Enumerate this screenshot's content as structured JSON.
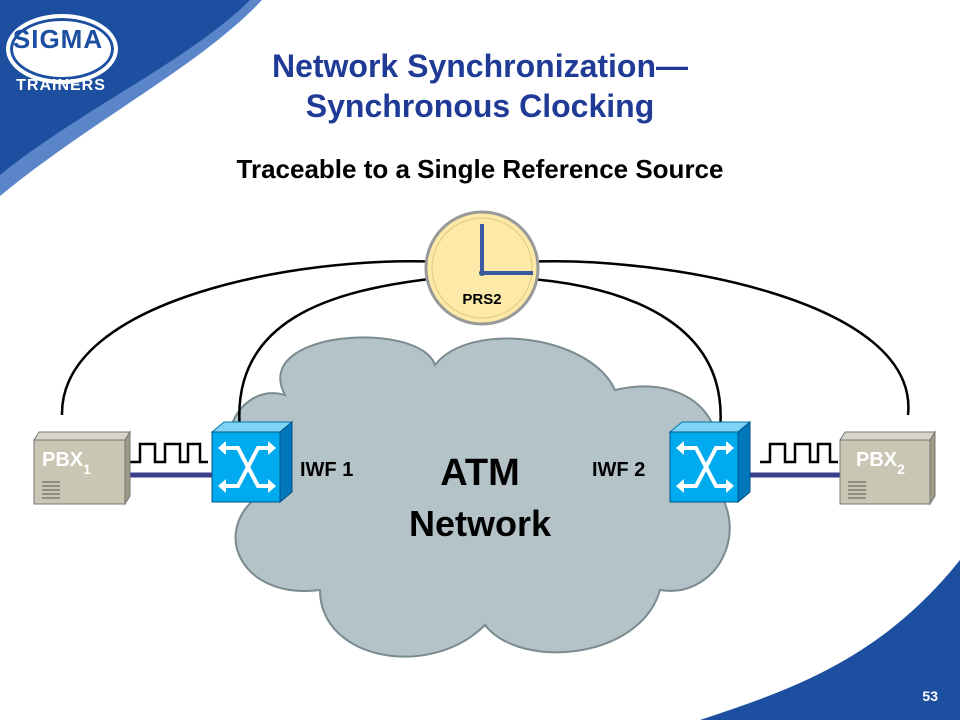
{
  "logo": {
    "name": "SIGMA",
    "tagline": "TRAINERS"
  },
  "slide": {
    "title_line1": "Network Synchronization—",
    "title_line2": "Synchronous Clocking",
    "subtitle": "Traceable to a Single Reference Source",
    "page_number": "53"
  },
  "diagram": {
    "clock": {
      "label": "PRS2"
    },
    "cloud": {
      "label_line1": "ATM",
      "label_line2": "Network"
    },
    "iwf1": {
      "label": "IWF 1"
    },
    "iwf2": {
      "label": "IWF 2"
    },
    "pbx1": {
      "label": "PBX",
      "subscript": "1"
    },
    "pbx2": {
      "label": "PBX",
      "subscript": "2"
    }
  },
  "colors": {
    "brand_blue": "#1c4fa0",
    "title_blue": "#1f3b96",
    "cloud_fill": "#b4c3c8",
    "switch_blue": "#00aaee",
    "clock_face": "#fde9a8"
  }
}
